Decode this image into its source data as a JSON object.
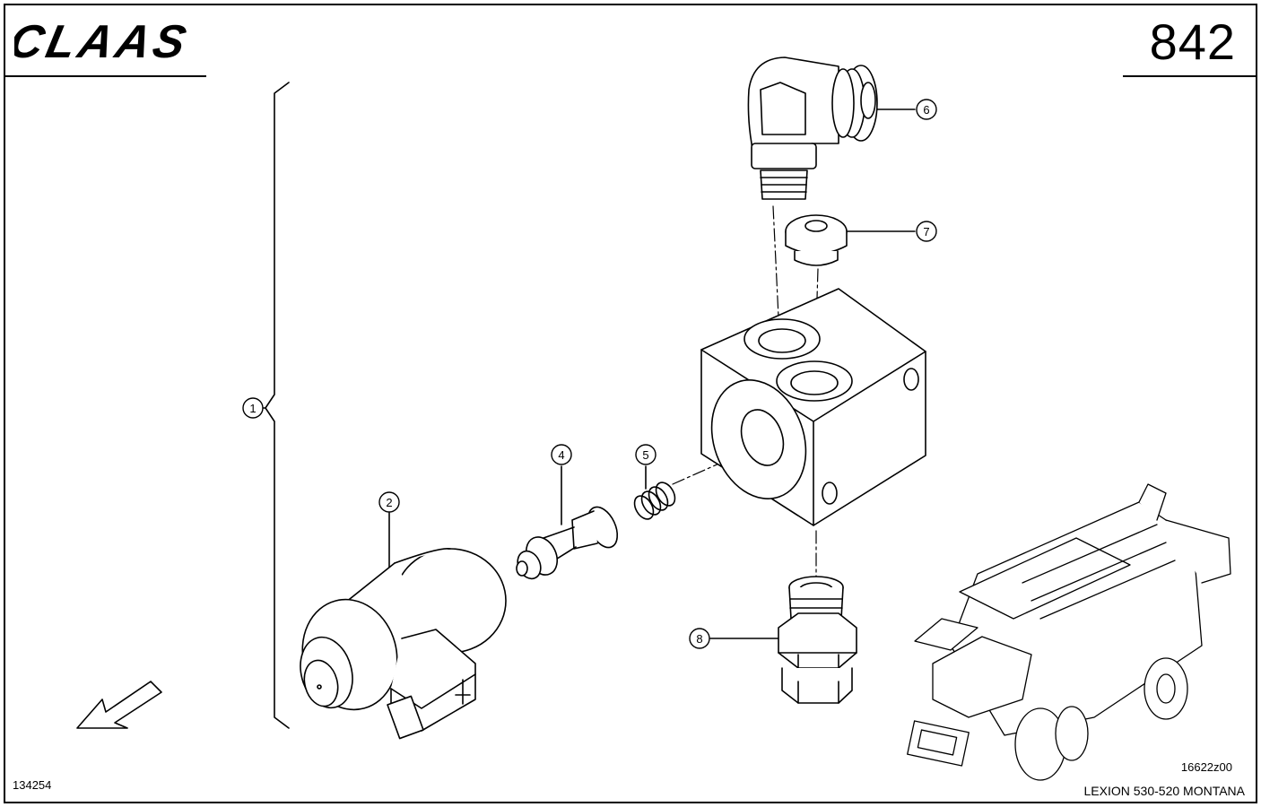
{
  "header": {
    "brand": "CLAAS",
    "page_number": "842"
  },
  "footer": {
    "drawing_code": "134254",
    "image_code": "16622z00",
    "model": "LEXION 530-520 MONTANA"
  },
  "callouts": [
    "1",
    "2",
    "4",
    "5",
    "6",
    "7",
    "8"
  ]
}
